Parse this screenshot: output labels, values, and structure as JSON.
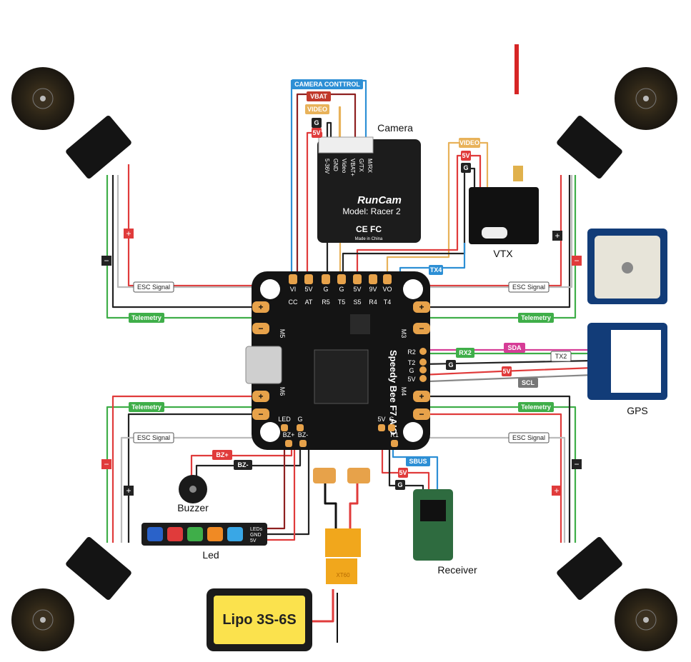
{
  "components": {
    "camera": "Camera",
    "vtx": "VTX",
    "gps": "GPS",
    "receiver": "Receiver",
    "buzzer": "Buzzer",
    "led": "Led",
    "battery": "Lipo 3S-6S"
  },
  "camera_card": {
    "brand": "RunCam",
    "model": "Model: Racer 2",
    "cert": "CE FC",
    "made_in": "Made in China",
    "pins": [
      "5-36V",
      "GND",
      "Video",
      "VBAT+",
      "G/TX",
      "M/RX"
    ]
  },
  "board": {
    "name": "Speedy Bee F7 AIO",
    "top_pins": [
      "VI",
      "5V",
      "G",
      "G",
      "5V",
      "9V",
      "VO"
    ],
    "top_pads": [
      "CC",
      "AT",
      "R5",
      "T5",
      "S5",
      "R4",
      "T4"
    ],
    "bottom_pads": [
      "LED",
      "G",
      "BZ+",
      "BZ-",
      "5V",
      "G",
      "R1"
    ],
    "right_pads": [
      "R2",
      "T2",
      "G",
      "5V"
    ],
    "motor_pads_left": [
      "M5",
      "M6"
    ],
    "motor_pads_right": [
      "M3",
      "M4"
    ],
    "plus": "+",
    "minus": "−"
  },
  "wire_labels": {
    "camera_control": "CAMERA CONTTROL",
    "vbat": "VBAT",
    "video_cam": "VIDEO",
    "g_cam": "G",
    "v5_cam": "5V",
    "video_vtx": "VIDEO",
    "v5_vtx": "5V",
    "g_vtx": "G",
    "tx4": "TX4",
    "esc_signal": "ESC Signal",
    "telemetry": "Telemetry",
    "sda": "SDA",
    "rx2": "RX2",
    "tx2": "TX2",
    "g_gps": "G",
    "v5_gps": "5V",
    "scl": "SCL",
    "sbus": "SBUS",
    "v5_rx": "5V",
    "g_rx": "G",
    "bz_plus": "BZ+",
    "bz_minus": "BZ-"
  },
  "led_strip": {
    "pins": [
      "LEDs",
      "GND",
      "5V"
    ],
    "colors": [
      "#2a62c9",
      "#e03b3b",
      "#3fae49",
      "#f08a24",
      "#39a7e6"
    ]
  },
  "xt60_label": "XT60",
  "polarity": {
    "plus": "+",
    "minus": "−"
  },
  "colors": {
    "red": "#e03b3b",
    "green": "#3fae49",
    "blue": "#2d8fd5",
    "orange": "#e8b25a",
    "darkred": "#c0392b",
    "magenta": "#d63c96",
    "board": "#141414",
    "gold": "#e7a24a"
  }
}
